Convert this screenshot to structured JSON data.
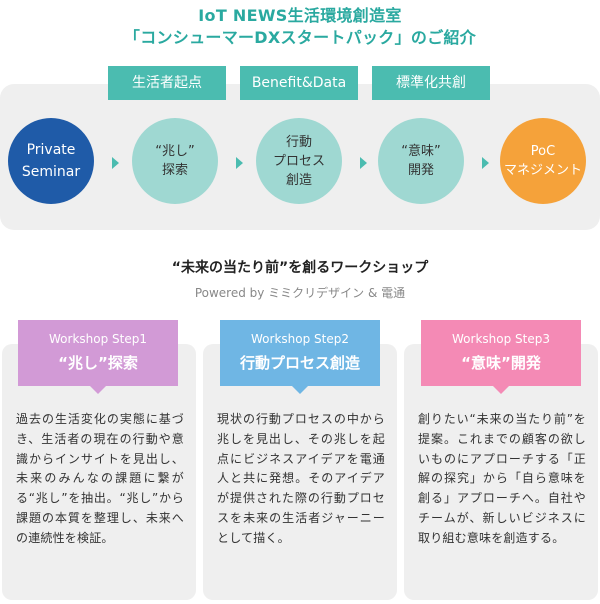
{
  "header": {
    "line1": "IoT NEWS生活環境創造室",
    "line2": "「コンシューマーDXスタートパック」のご紹介"
  },
  "tags": [
    "生活者起点",
    "Benefit&Data",
    "標準化共創"
  ],
  "flow": [
    {
      "lines": [
        "Private",
        "Seminar"
      ],
      "color": "#1f5ba8"
    },
    {
      "lines": [
        "“兆し”",
        "探索"
      ],
      "color": "#9fd8d2"
    },
    {
      "lines": [
        "行動",
        "プロセス",
        "創造"
      ],
      "color": "#9fd8d2"
    },
    {
      "lines": [
        "“意味”",
        "開発"
      ],
      "color": "#9fd8d2"
    },
    {
      "lines": [
        "PoC",
        "マネジメント"
      ],
      "color": "#f5a23a"
    }
  ],
  "workshop": {
    "title": "“未来の当たり前”を創るワークショップ",
    "subtitle": "Powered by ミミクリデザイン & 電通"
  },
  "steps": [
    {
      "step_label": "Workshop Step1",
      "name": "“兆し”探索",
      "color": "#d29ad6",
      "text": "過去の生活変化の実態に基づき、生活者の現在の行動や意識からインサイトを見出し、未来のみんなの課題に繋がる“兆し”を抽出。“兆し”から課題の本質を整理し、未来への連続性を検証。"
    },
    {
      "step_label": "Workshop Step2",
      "name": "行動プロセス創造",
      "color": "#6fb6e4",
      "text": "現状の行動プロセスの中から兆しを見出し、その兆しを起点にビジネスアイデアを電通人と共に発想。そのアイデアが提供された際の行動プロセスを未来の生活者ジャーニーとして描く。"
    },
    {
      "step_label": "Workshop Step3",
      "name": "“意味”開発",
      "color": "#f48ab5",
      "text": "創りたい“未来の当たり前”を提案。これまでの顧客の欲しいものにアプローチする「正解の探究」から「自ら意味を創る」アプローチへ。自社やチームが、新しいビジネスに取り組む意味を創造する。"
    }
  ],
  "colors": {
    "accent": "#4bbcb0",
    "title": "#2aa9a0",
    "band": "#efefef"
  }
}
